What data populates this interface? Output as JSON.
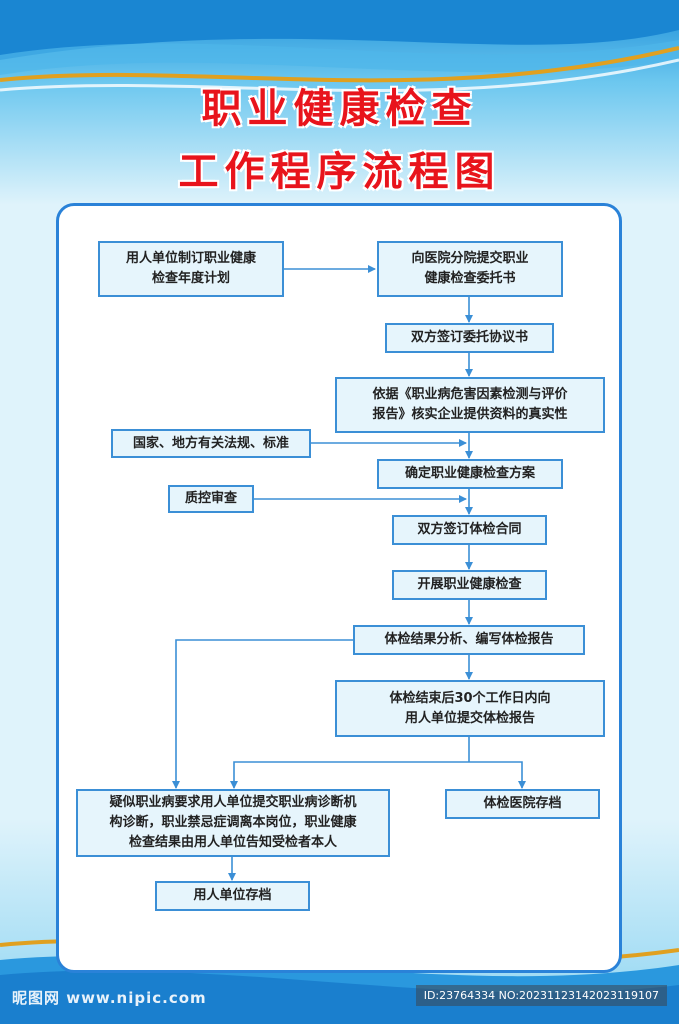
{
  "title": {
    "line1": "职业健康检查",
    "line2": "工作程序流程图"
  },
  "nodes": {
    "n1": "用人单位制订职业健康\n检查年度计划",
    "n2": "向医院分院提交职业\n健康检查委托书",
    "n3": "双方签订委托协议书",
    "n4": "依据《职业病危害因素检测与评价\n报告》核实企业提供资料的真实性",
    "n5": "国家、地方有关法规、标准",
    "n6": "确定职业健康检查方案",
    "n7": "质控审查",
    "n8": "双方签订体检合同",
    "n9": "开展职业健康检查",
    "n10": "体检结果分析、编写体检报告",
    "n11": "体检结束后30个工作日内向\n用人单位提交体检报告",
    "n12": "疑似职业病要求用人单位提交职业病诊断机\n构诊断，职业禁忌症调离本岗位，职业健康\n检查结果由用人单位告知受检者本人",
    "n13": "体检医院存档",
    "n14": "用人单位存档"
  },
  "watermark": {
    "site": "昵图网 www.nipic.com",
    "id": "ID:23764334 NO:20231123142023119107"
  },
  "colors": {
    "title": "#e8141c",
    "border": "#3b8fd6",
    "box_fill": "#e6f5fc",
    "arrow": "#3b8fd6"
  }
}
